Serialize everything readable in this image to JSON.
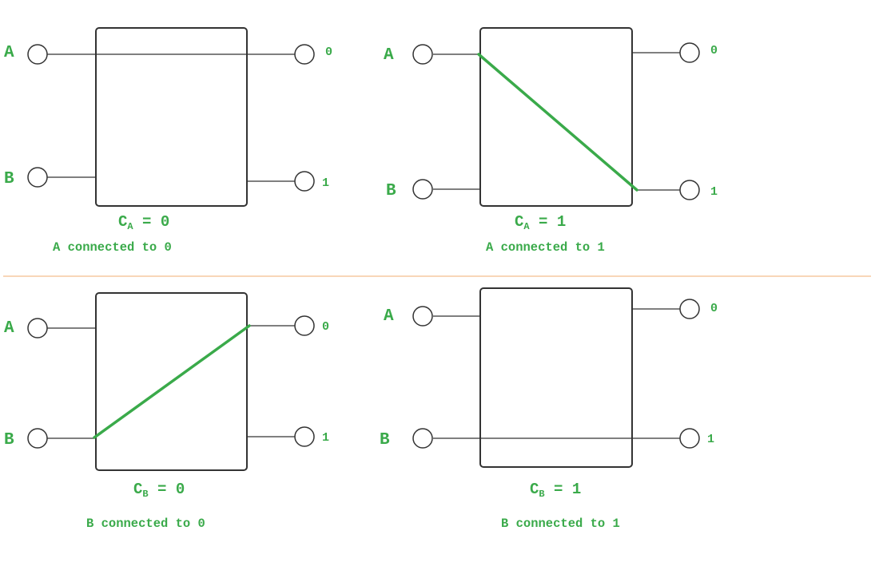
{
  "colors": {
    "accent": "#3aaa4a",
    "line": "#333333",
    "divider": "#f5c9a0"
  },
  "panels": [
    {
      "input_a": "A",
      "input_b": "B",
      "output_0": "0",
      "output_1": "1",
      "control_var": "C",
      "control_sub": "A",
      "control_eq": " = 0",
      "caption": "A connected to 0"
    },
    {
      "input_a": "A",
      "input_b": "B",
      "output_0": "0",
      "output_1": "1",
      "control_var": "C",
      "control_sub": "A",
      "control_eq": " = 1",
      "caption": "A connected to 1"
    },
    {
      "input_a": "A",
      "input_b": "B",
      "output_0": "0",
      "output_1": "1",
      "control_var": "C",
      "control_sub": "B",
      "control_eq": " = 0",
      "caption": "B connected to 0"
    },
    {
      "input_a": "A",
      "input_b": "B",
      "output_0": "0",
      "output_1": "1",
      "control_var": "C",
      "control_sub": "B",
      "control_eq": " = 1",
      "caption": "B connected to 1"
    }
  ]
}
